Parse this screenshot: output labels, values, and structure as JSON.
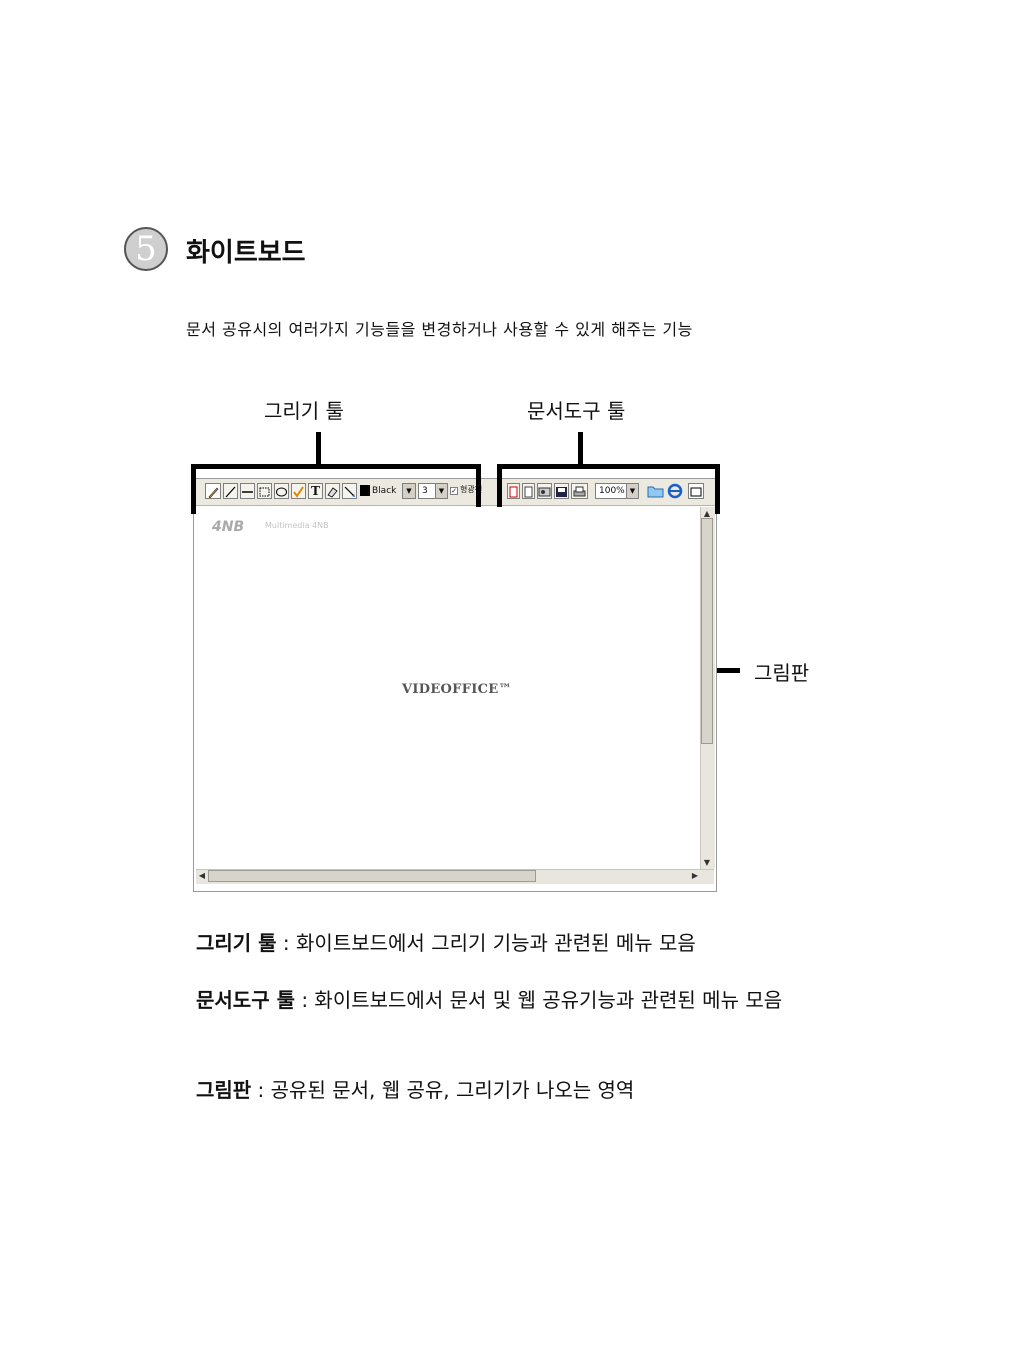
{
  "section": {
    "number": "5",
    "title": "화이트보드"
  },
  "intro": "문서 공유시의 여러가지 기능들을 변경하거나 사용할 수 있게 해주는 기능",
  "callouts": {
    "drawing": "그리기 툴",
    "document": "문서도구 툴",
    "board": "그림판"
  },
  "whiteboard": {
    "color_value": "Black",
    "size_value": "3",
    "pen_label": "형광펜",
    "text_tool": "T",
    "zoom_value": "100%",
    "logo_text": "4NB",
    "logo_subtitle": "Multimedia 4NB",
    "watermark": "VIDEOFFICE™"
  },
  "descriptions": [
    {
      "term": "그리기 툴",
      "text": " : 화이트보드에서 그리기 기능과 관련된 메뉴 모음"
    },
    {
      "term": "문서도구 툴",
      "text": " : 화이트보드에서 문서 및 웹 공유기능과 관련된 메뉴 모음"
    },
    {
      "term": "그림판",
      "text": " : 공유된 문서, 웹 공유, 그리기가 나오는 영역"
    }
  ]
}
